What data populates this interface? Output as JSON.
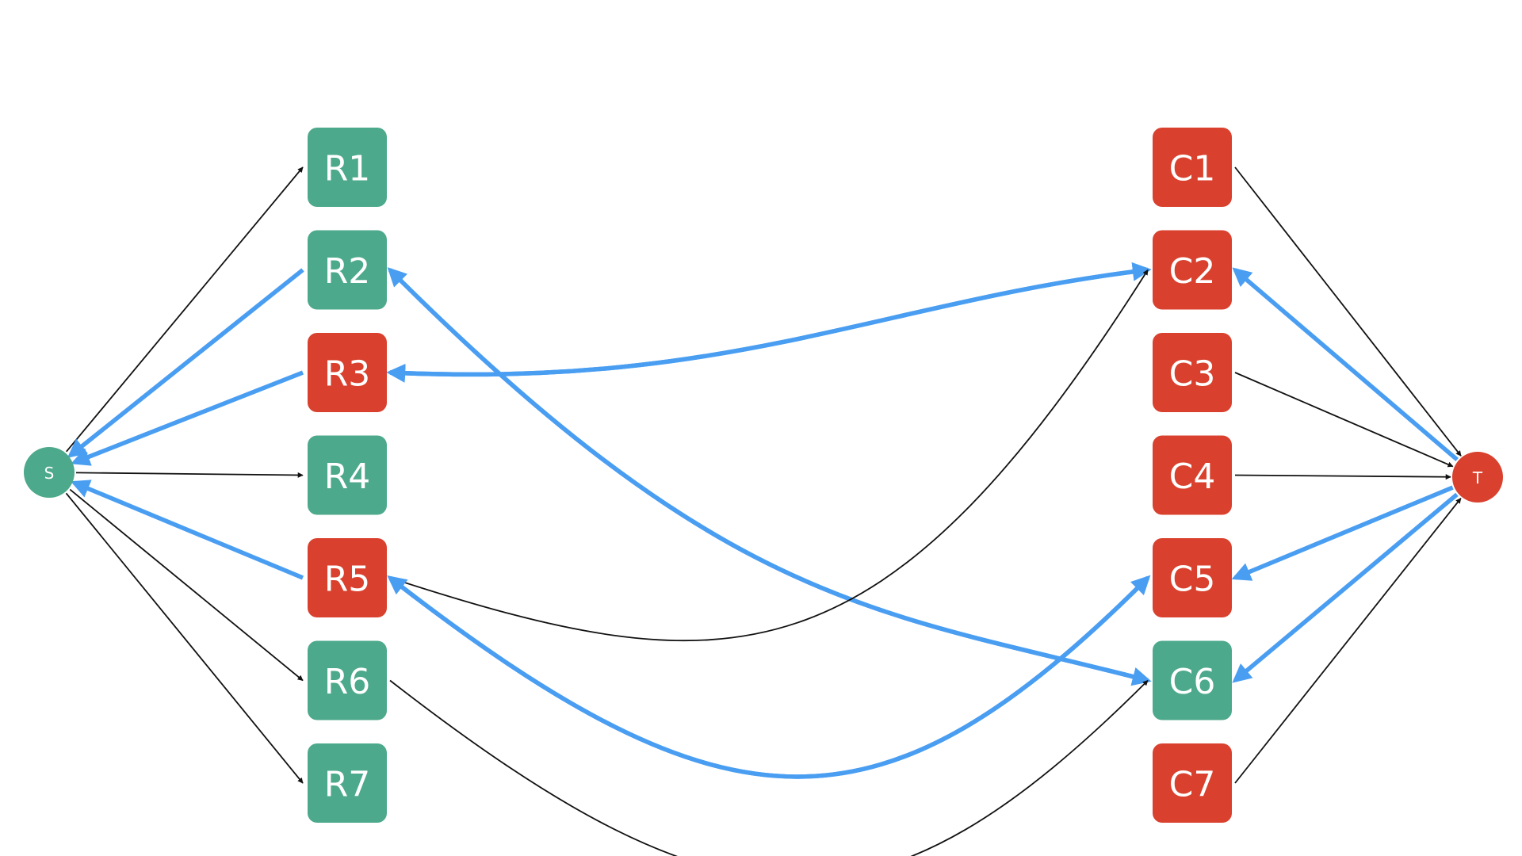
{
  "colors": {
    "green": "#4da98b",
    "red": "#d9402d",
    "blue_edge": "#4a9ef2",
    "black_edge": "#111111",
    "node_text": "#ffffff",
    "background": "#ffffff"
  },
  "source": {
    "id": "S",
    "label": "S",
    "color": "green"
  },
  "sink": {
    "id": "T",
    "label": "T",
    "color": "red"
  },
  "rows": [
    {
      "id": "R1",
      "label": "R1",
      "color": "green"
    },
    {
      "id": "R2",
      "label": "R2",
      "color": "green"
    },
    {
      "id": "R3",
      "label": "R3",
      "color": "red"
    },
    {
      "id": "R4",
      "label": "R4",
      "color": "green"
    },
    {
      "id": "R5",
      "label": "R5",
      "color": "red"
    },
    {
      "id": "R6",
      "label": "R6",
      "color": "green"
    },
    {
      "id": "R7",
      "label": "R7",
      "color": "green"
    }
  ],
  "columns": [
    {
      "id": "C1",
      "label": "C1",
      "color": "red"
    },
    {
      "id": "C2",
      "label": "C2",
      "color": "red"
    },
    {
      "id": "C3",
      "label": "C3",
      "color": "red"
    },
    {
      "id": "C4",
      "label": "C4",
      "color": "red"
    },
    {
      "id": "C5",
      "label": "C5",
      "color": "red"
    },
    {
      "id": "C6",
      "label": "C6",
      "color": "green"
    },
    {
      "id": "C7",
      "label": "C7",
      "color": "red"
    }
  ],
  "edges": [
    {
      "from": "S",
      "to": "R1",
      "style": "black"
    },
    {
      "from": "R2",
      "to": "S",
      "style": "blue"
    },
    {
      "from": "R3",
      "to": "S",
      "style": "blue"
    },
    {
      "from": "S",
      "to": "R4",
      "style": "black"
    },
    {
      "from": "R5",
      "to": "S",
      "style": "blue"
    },
    {
      "from": "S",
      "to": "R6",
      "style": "black"
    },
    {
      "from": "S",
      "to": "R7",
      "style": "black"
    },
    {
      "from": "C2",
      "to": "R3",
      "style": "blue"
    },
    {
      "from": "R3",
      "to": "C2",
      "style": "blue"
    },
    {
      "from": "R2",
      "to": "C6",
      "style": "blue"
    },
    {
      "from": "C6",
      "to": "R2",
      "style": "blue"
    },
    {
      "from": "R5",
      "to": "C2",
      "style": "black"
    },
    {
      "from": "C5",
      "to": "R5",
      "style": "blue"
    },
    {
      "from": "R5",
      "to": "C5",
      "style": "blue"
    },
    {
      "from": "R6",
      "to": "C6",
      "style": "black"
    },
    {
      "from": "C1",
      "to": "T",
      "style": "black"
    },
    {
      "from": "T",
      "to": "C2",
      "style": "blue"
    },
    {
      "from": "C3",
      "to": "T",
      "style": "black"
    },
    {
      "from": "C4",
      "to": "T",
      "style": "black"
    },
    {
      "from": "T",
      "to": "C5",
      "style": "blue"
    },
    {
      "from": "T",
      "to": "C6",
      "style": "blue"
    },
    {
      "from": "C7",
      "to": "T",
      "style": "black"
    }
  ]
}
